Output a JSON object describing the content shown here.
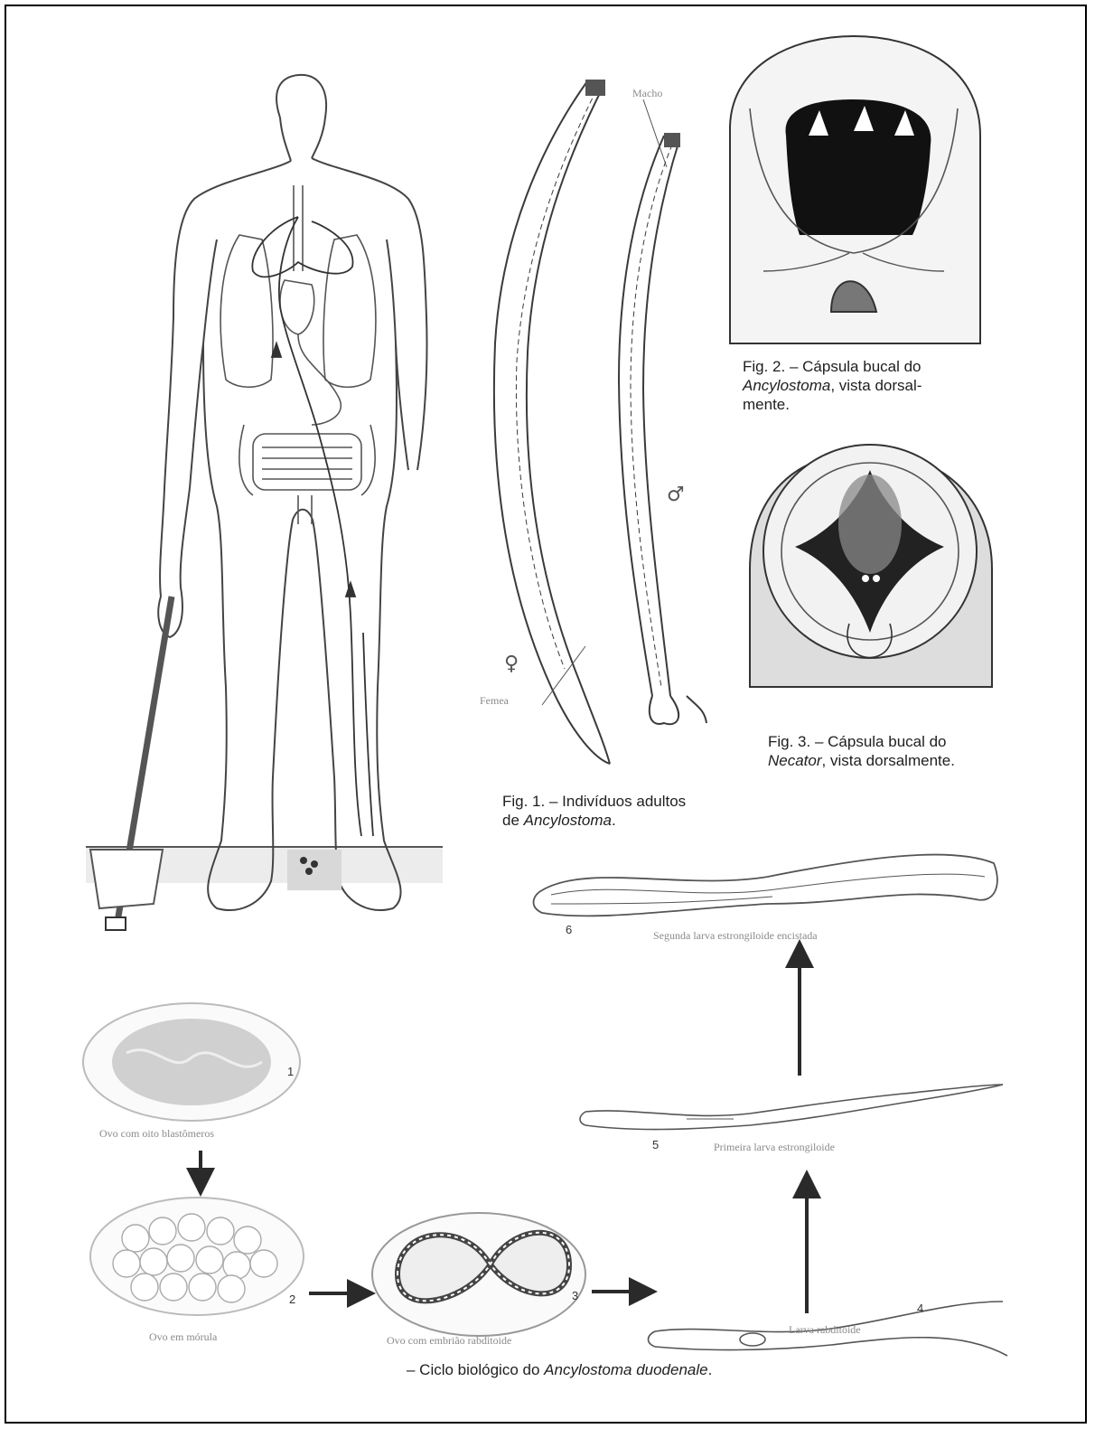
{
  "figure": {
    "fig1": {
      "prefix": "Fig.  1. – Indivíduos adultos",
      "line2_pre": "de ",
      "genus": "Ancylostoma",
      "line2_post": "."
    },
    "fig2": {
      "prefix": "Fig.  2. – Cápsula bucal do",
      "genus": "Ancylostoma",
      "line2_post": ",  vista dorsal-",
      "line3": "mente."
    },
    "fig3": {
      "prefix": "Fig.  3. – Cápsula bucal do",
      "genus": "Necator",
      "line2_post": ",  vista dorsalmente."
    },
    "cycle": {
      "prefix": "– Ciclo biológico do ",
      "species": "Ancylostoma duodenale",
      "suffix": "."
    }
  },
  "labels": {
    "macho": "Macho",
    "femea": "Femea",
    "male_symbol": "♂",
    "female_symbol": "♀"
  },
  "stages": [
    {
      "number": "1",
      "label": "Ovo com oito blastômeros"
    },
    {
      "number": "2",
      "label": "Ovo em mórula"
    },
    {
      "number": "3",
      "label": "Ovo com embrião rabditoide"
    },
    {
      "number": "4",
      "label": "Larva rabditoide"
    },
    {
      "number": "5",
      "label": "Primeira larva estrongiloide"
    },
    {
      "number": "6",
      "label": "Segunda larva estrongiloide encistada"
    }
  ],
  "colors": {
    "ink": "#222222",
    "faint_ink": "#8a8a8a",
    "arrow": "#2a2a2a",
    "tint": "#e6e6e6"
  }
}
